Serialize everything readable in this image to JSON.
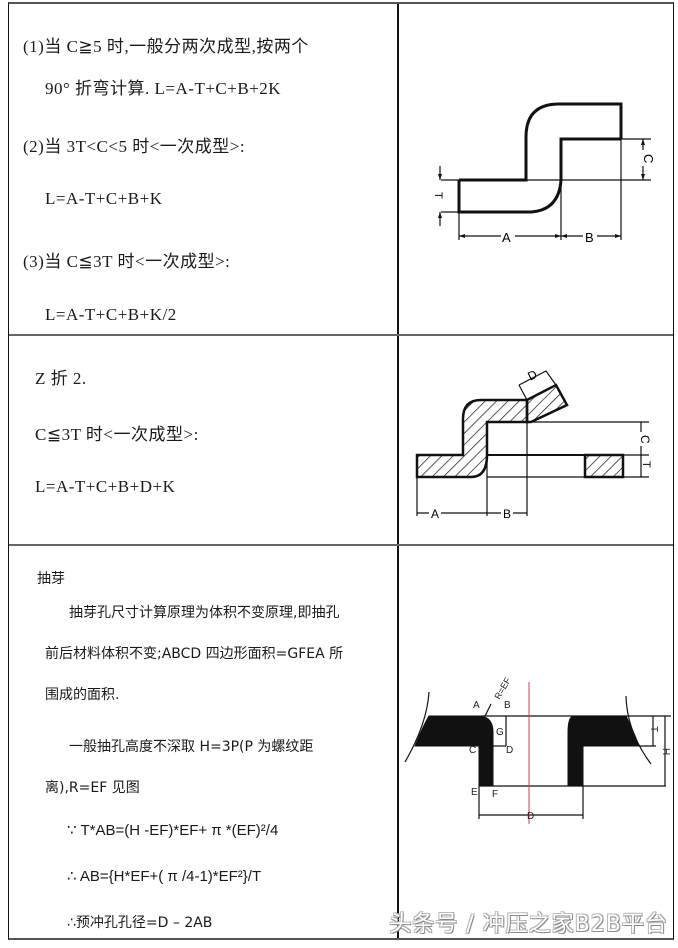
{
  "rows": [
    {
      "text_lines": [
        "(1)当  C≧5  时,一般分两次成型,按两个",
        "90°  折弯计算.     L=A-T+C+B+2K",
        "(2)当  3T<C<5 时<一次成型>:",
        "L=A-T+C+B+K",
        "(3)当  C≦3T  时<一次成型>:",
        "L=A-T+C+B+K/2"
      ],
      "diagram": {
        "name": "z-bend-diagram",
        "labels": {
          "A": "A",
          "B": "B",
          "C": "C",
          "T": "T"
        }
      }
    },
    {
      "text_lines": [
        "Z 折 2.",
        "C≦3T 时<一次成型>:",
        "L=A-T+C+B+D+K"
      ],
      "diagram": {
        "name": "z-bend-2-diagram",
        "labels": {
          "A": "A",
          "B": "B",
          "C": "C",
          "D": "D",
          "T": "T"
        }
      }
    },
    {
      "title": "抽芽",
      "text_lines": [
        "抽芽孔尺寸计算原理为体积不变原理,即抽孔",
        "前后材料体积不变;ABCD 四边形面积=GFEA 所",
        "围成的面积.",
        "一般抽孔高度不深取  H=3P(P  为螺纹距",
        "离),R=EF 见图",
        "∵  T*AB=(H -EF)*EF+ π *(EF)²/4",
        "∴  AB={H*EF+( π /4-1)*EF²}/T",
        "∴预冲孔孔径=D – 2AB"
      ],
      "diagram": {
        "name": "burring-hole-diagram",
        "labels": {
          "A": "A",
          "B": "B",
          "C": "C",
          "D_point": "D",
          "E": "E",
          "F": "F",
          "G": "G",
          "T": "T",
          "H": "H",
          "D_dim": "D",
          "R": "R=EF"
        },
        "centerline_color": "#d04050"
      }
    }
  ],
  "watermark": "头条号 / 冲压之家B2B平台"
}
